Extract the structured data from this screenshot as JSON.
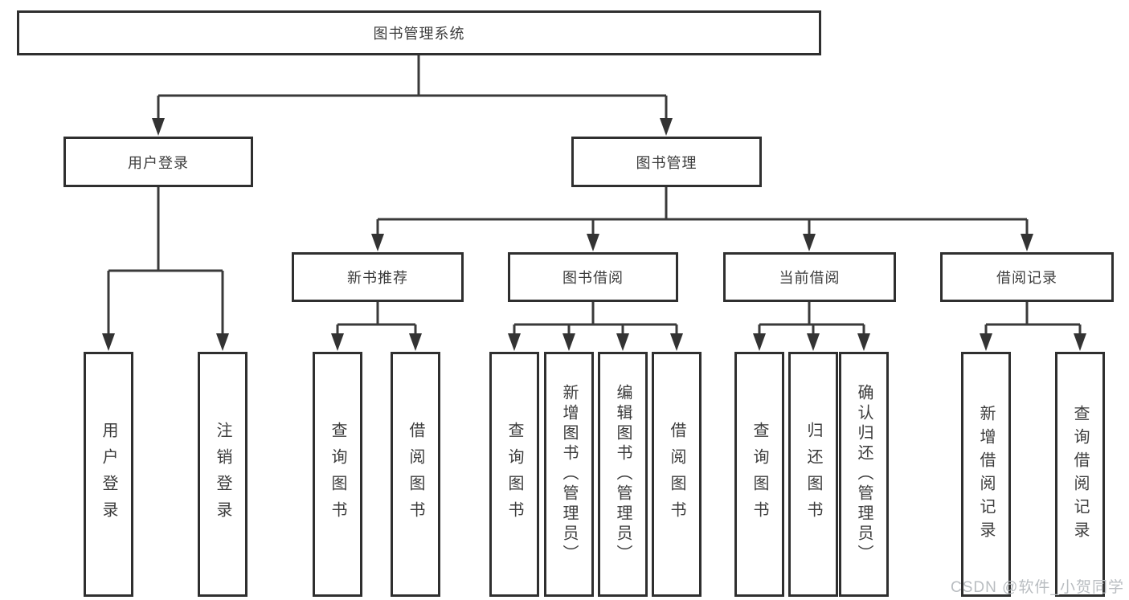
{
  "diagram": {
    "root": {
      "label": "图书管理系统"
    },
    "user_login": {
      "label": "用户登录",
      "children": [
        {
          "label": "用户登录"
        },
        {
          "label": "注销登录"
        }
      ]
    },
    "book_mgmt": {
      "label": "图书管理",
      "groups": [
        {
          "label": "新书推荐",
          "children": [
            {
              "label": "查询图书"
            },
            {
              "label": "借阅图书"
            }
          ]
        },
        {
          "label": "图书借阅",
          "children": [
            {
              "label": "查询图书"
            },
            {
              "label": "新增图书（管理员）"
            },
            {
              "label": "编辑图书（管理员）"
            },
            {
              "label": "借阅图书"
            }
          ]
        },
        {
          "label": "当前借阅",
          "children": [
            {
              "label": "查询图书"
            },
            {
              "label": "归还图书"
            },
            {
              "label": "确认归还（管理员）"
            }
          ]
        },
        {
          "label": "借阅记录",
          "children": [
            {
              "label": "新增借阅记录"
            },
            {
              "label": "查询借阅记录"
            }
          ]
        }
      ]
    }
  },
  "watermark": {
    "text": "CSDN @软件_小贺同学"
  },
  "colors": {
    "line": "#3a3a3a",
    "border": "#2f2f2f",
    "text": "#3c3c3c",
    "watermark": "#b9bdc1"
  }
}
